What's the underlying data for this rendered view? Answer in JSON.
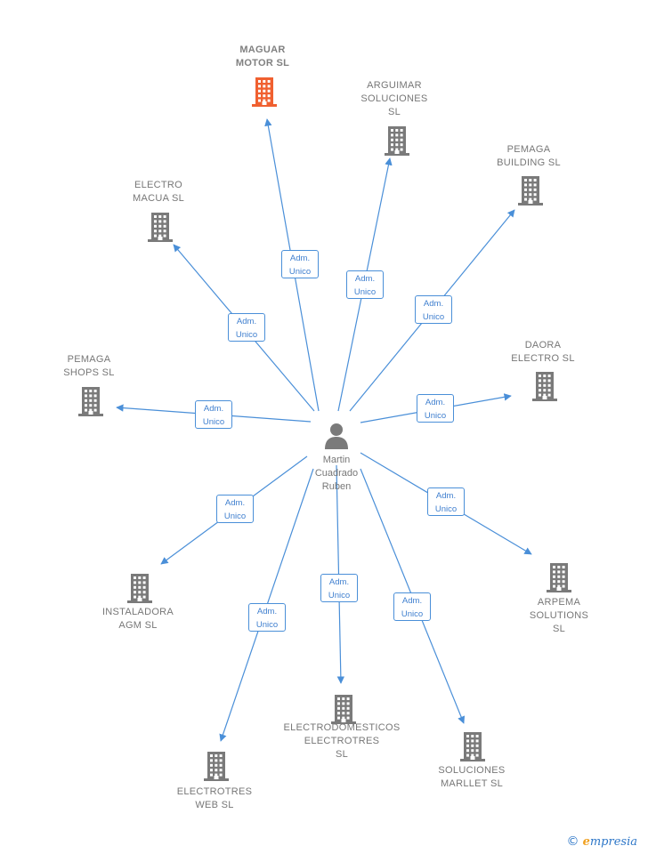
{
  "colors": {
    "edge": "#4a8fd8",
    "company": "#7a7a7a",
    "company_highlight": "#f06030",
    "person": "#7a7a7a"
  },
  "center": {
    "name_lines": [
      "Martin",
      "Cuadrado",
      "Ruben"
    ],
    "icon": "person-icon"
  },
  "companies": [
    {
      "id": "maguar-motor",
      "lines": [
        "MAGUAR",
        "MOTOR  SL"
      ],
      "highlight": true,
      "relation_lines": [
        "Adm.",
        "Unico"
      ]
    },
    {
      "id": "arguimar-soluciones",
      "lines": [
        "ARGUIMAR",
        "SOLUCIONES",
        "SL"
      ],
      "highlight": false,
      "relation_lines": [
        "Adm.",
        "Unico"
      ]
    },
    {
      "id": "pemaga-building",
      "lines": [
        "PEMAGA",
        "BUILDING  SL"
      ],
      "highlight": false,
      "relation_lines": [
        "Adm.",
        "Unico"
      ]
    },
    {
      "id": "electro-macua",
      "lines": [
        "ELECTRO",
        "MACUA  SL"
      ],
      "highlight": false,
      "relation_lines": [
        "Adm.",
        "Unico"
      ]
    },
    {
      "id": "pemaga-shops",
      "lines": [
        "PEMAGA",
        "SHOPS  SL"
      ],
      "highlight": false,
      "relation_lines": [
        "Adm.",
        "Unico"
      ]
    },
    {
      "id": "daora-electro",
      "lines": [
        "DAORA",
        "ELECTRO  SL"
      ],
      "highlight": false,
      "relation_lines": [
        "Adm.",
        "Unico"
      ]
    },
    {
      "id": "instaladora-agm",
      "lines": [
        "INSTALADORA",
        "AGM  SL"
      ],
      "highlight": false,
      "relation_lines": [
        "Adm.",
        "Unico"
      ]
    },
    {
      "id": "arpema-solutions",
      "lines": [
        "ARPEMA",
        "SOLUTIONS",
        "SL"
      ],
      "highlight": false,
      "relation_lines": [
        "Adm.",
        "Unico"
      ]
    },
    {
      "id": "electrodomesticos-electrotres",
      "lines": [
        "ELECTRODOMESTICOS",
        "ELECTROTRES",
        "SL"
      ],
      "highlight": false,
      "relation_lines": [
        "Adm.",
        "Unico"
      ]
    },
    {
      "id": "electrotres-web",
      "lines": [
        "ELECTROTRES",
        "WEB  SL"
      ],
      "highlight": false,
      "relation_lines": [
        "Adm.",
        "Unico"
      ]
    },
    {
      "id": "soluciones-marllet",
      "lines": [
        "SOLUCIONES",
        "MARLLET  SL"
      ],
      "highlight": false,
      "relation_lines": [
        "Adm.",
        "Unico"
      ]
    }
  ],
  "brand": {
    "copyright": "©",
    "initial": "e",
    "rest": "mpresia"
  }
}
